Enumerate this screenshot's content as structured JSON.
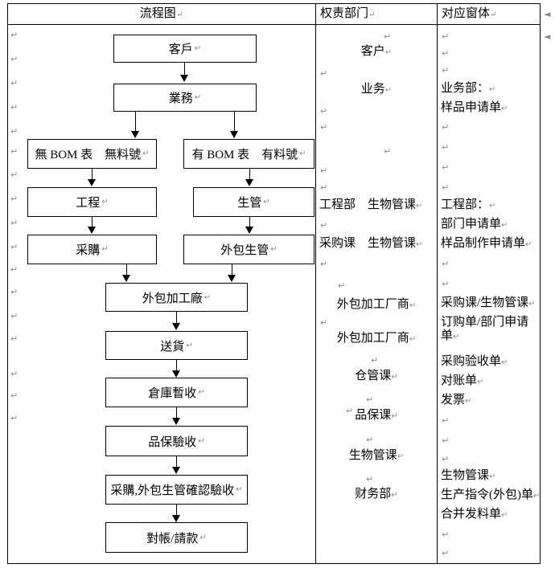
{
  "document": {
    "type": "flowchart-table",
    "pilcrow_glyph": "↵"
  },
  "table": {
    "headers": [
      {
        "key": "flow",
        "label": "流程图"
      },
      {
        "key": "dept",
        "label": "权责部门"
      },
      {
        "key": "form",
        "label": "对应窗体"
      }
    ]
  },
  "flowchart": {
    "nodes": [
      {
        "id": "n1",
        "label": "客戶"
      },
      {
        "id": "n2",
        "label": "業務"
      },
      {
        "id": "n3",
        "label": "無 BOM 表　無料號"
      },
      {
        "id": "n4",
        "label": "有 BOM 表　有料號"
      },
      {
        "id": "n5",
        "label": "工程"
      },
      {
        "id": "n6",
        "label": "生管"
      },
      {
        "id": "n7",
        "label": "采購"
      },
      {
        "id": "n8",
        "label": "外包生管"
      },
      {
        "id": "n9",
        "label": "外包加工廠"
      },
      {
        "id": "n10",
        "label": "送貨"
      },
      {
        "id": "n11",
        "label": "倉庫暫收"
      },
      {
        "id": "n12",
        "label": "品保驗收"
      },
      {
        "id": "n13",
        "label": "采購,外包生管確認驗收"
      },
      {
        "id": "n14",
        "label": "對帳/請款"
      }
    ]
  },
  "departments": [
    {
      "text": "客户"
    },
    {
      "text": "业务"
    },
    {
      "text": "工程部　生物管课"
    },
    {
      "text": "采购课　生物管课"
    },
    {
      "text": "外包加工厂商"
    },
    {
      "text": "外包加工厂商"
    },
    {
      "text": "仓管课"
    },
    {
      "text": "品保课"
    },
    {
      "text": "生物管课"
    },
    {
      "text": "财务部"
    }
  ],
  "forms": [
    {
      "text": "业务部："
    },
    {
      "text": "样品申请单"
    },
    {
      "text": "工程部："
    },
    {
      "text": "部门申请单"
    },
    {
      "text": "样品制作申请单"
    },
    {
      "text": "采购课/生物管课"
    },
    {
      "text": "订购单/部门申请单"
    },
    {
      "text": "采购验收单"
    },
    {
      "text": "对账单"
    },
    {
      "text": "发票"
    },
    {
      "text": "生物管课"
    },
    {
      "text": "生产指令(外包)单"
    },
    {
      "text": "合并发料单"
    }
  ],
  "colors": {
    "line": "#000000",
    "pilcrow": "#8a8a8a",
    "background": "#ffffff"
  }
}
